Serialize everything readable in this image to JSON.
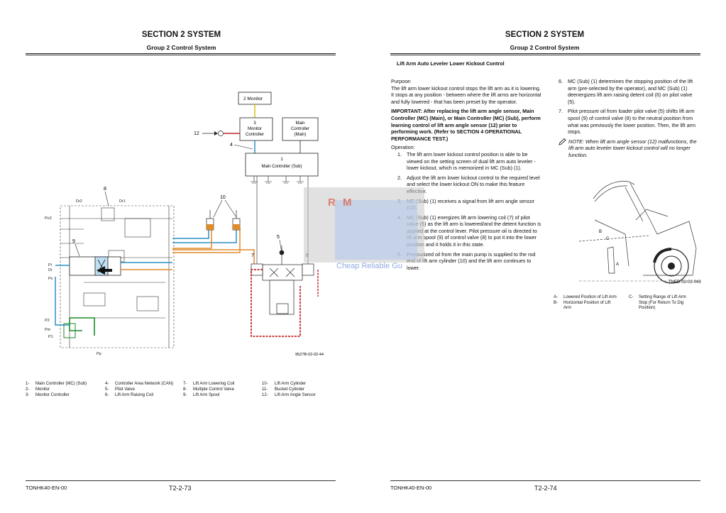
{
  "left_page": {
    "section_title": "SECTION 2 SYSTEM",
    "group_title": "Group 2 Control System",
    "diagram": {
      "labels": {
        "monitor": "2  Monitor",
        "monitor_controller_num": "3",
        "monitor_controller_l1": "Monitor",
        "monitor_controller_l2": "Controller",
        "main_controller_l1": "Main",
        "main_controller_l2": "Controller",
        "main_controller_l3": "(Main)",
        "mc_sub_num": "1",
        "mc_sub_name": "Main Controller (Sub)",
        "c12": "12",
        "c4": "4",
        "c8": "8",
        "c10": "10",
        "c9": "9",
        "c5": "5",
        "c7": "7",
        "c6": "6",
        "dr2": "Dr2",
        "dr1": "Dr1",
        "pn2": "Pn2",
        "pi": "Pi",
        "di": "Di",
        "ps": "Ps",
        "p2": "P2",
        "pm": "Pm",
        "p1": "P1",
        "pp": "Pp"
      },
      "figure_id": "95Z7B-02-02-44"
    },
    "legend": [
      [
        {
          "n": "1-",
          "t": "Main Controller (MC) (Sub)"
        },
        {
          "n": "2-",
          "t": "Monitor"
        },
        {
          "n": "3-",
          "t": "Monitor Controller"
        }
      ],
      [
        {
          "n": "4-",
          "t": "Controller Area Network (CAN)"
        },
        {
          "n": "5-",
          "t": "Pilot Valve"
        },
        {
          "n": "6-",
          "t": "Lift Arm Raising Coil"
        }
      ],
      [
        {
          "n": "7-",
          "t": "Lift Arm Lowering Coil"
        },
        {
          "n": "8-",
          "t": "Multiple Control Valve"
        },
        {
          "n": "9-",
          "t": "Lift Arm Spool"
        }
      ],
      [
        {
          "n": "10-",
          "t": "Lift Arm Cylinder"
        },
        {
          "n": "11-",
          "t": "Bucket Cylinder"
        },
        {
          "n": "12-",
          "t": "Lift Arm Angle Sensor"
        }
      ]
    ],
    "footer_code": "TONHK40-EN-00",
    "page_number": "T2-2-73"
  },
  "right_page": {
    "section_title": "SECTION 2 SYSTEM",
    "group_title": "Group 2 Control System",
    "subtitle": "Lift Arm Auto Leveler Lower Kickout Control",
    "purpose_heading": "Purpose:",
    "purpose_text": "The lift arm lower kickout control stops the lift arm as it is lowering. It stops at any position - between where the lift arms are horizontal and fully lowered - that has been preset by the operator.",
    "important_label": "IMPORTANT:",
    "important_text": "After replacing the lift arm angle sensor, Main Controller (MC) (Main), or Main Controller (MC) (Sub), perform learning control of lift arm angle sensor (12) prior to performing work. (Refer to SECTION 4 OPERATIONAL PERFORMANCE TEST.)",
    "operation_heading": "Operation:",
    "operation_steps": [
      {
        "n": "1.",
        "t": "The lift arm lower kickout control position is able to be viewed on the setting screen of dual lift arm auto leveler - lower kickout, which is memorized in MC (Sub) (1)."
      },
      {
        "n": "2.",
        "t": "Adjust the lift arm lower kickout control to the required level and select the lower kickout ON to make this feature effective."
      },
      {
        "n": "3.",
        "t": "MC (Sub) (1) receives a signal from lift arm angle sensor (12)."
      },
      {
        "n": "4.",
        "t": "MC (Sub) (1) energizes lift arm lowering coil (7) of pilot valve (5) as the lift arm is lowered/and the detent function is applied at the control lever. Pilot pressure oil is directed to lift arm spool (9) of control valve (8) to put it into the lower position and it holds it in this state."
      },
      {
        "n": "5.",
        "t": "Pressurized oil from the main pump is supplied to the rod end of lift arm cylinder (10) and the lift arm continues to lower."
      }
    ],
    "operation_steps_cont": [
      {
        "n": "6.",
        "t": "MC (Sub) (1) determines the stopping position of the lift arm (pre-selected by the operator), and MC (Sub) (1) deenergizes lift arm raising detent coil (6) on pilot valve (5)."
      },
      {
        "n": "7.",
        "t": "Pilot pressure oil from loader pilot valve (5) shifts lift arm spool (9) of control valve (8) to the neutral position from what was previously the lower position. Then, the lift arm stops."
      }
    ],
    "note_label": "NOTE:",
    "note_text": "When lift arm angle sensor (12) malfunctions, the lift arm auto leveler lower kickout control will no longer function.",
    "figure_id": "TNED-02-02-043",
    "fig_letters": {
      "a": "A",
      "b": "B",
      "c": "C"
    },
    "figure_captions": [
      {
        "k": "A-",
        "t": "Lowered Position of Lift Arm"
      },
      {
        "k": "B-",
        "t": "Horizontal Position of Lift Arm"
      },
      {
        "k": "C-",
        "t": "Setting Range of Lift Arm Stop (For Return To Dig Position)"
      }
    ],
    "footer_code": "TONHK40-EN-00",
    "page_number": "T2-2-74"
  },
  "watermark": {
    "logo": "R M",
    "text": "Cheap Reliable Gu"
  },
  "colors": {
    "pilot_blue": "#2a8fc4",
    "pilot_orange": "#e08a2a",
    "main_red": "#c0282a",
    "drain_green": "#1a8a2a",
    "can_yellow": "#d8c020"
  }
}
